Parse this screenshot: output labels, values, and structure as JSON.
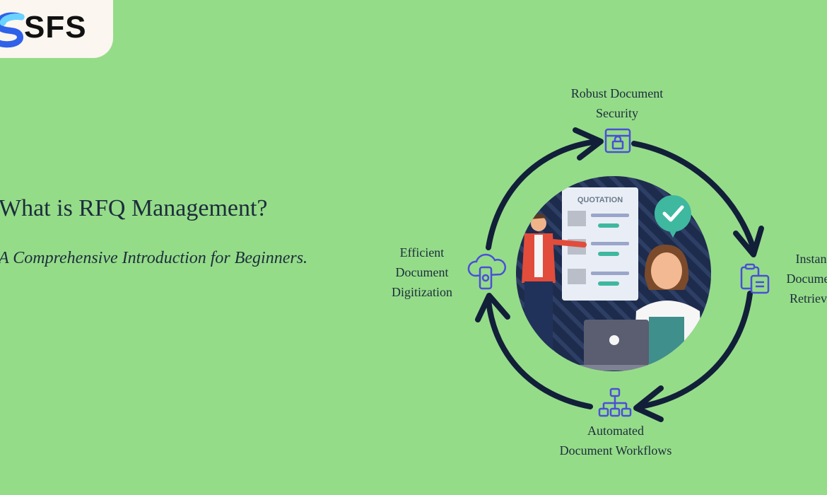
{
  "brand": {
    "name": "SFS"
  },
  "heading": {
    "title": "What is RFQ Management?",
    "subtitle": "A Comprehensive Introduction for Beginners."
  },
  "cycle": {
    "steps": [
      {
        "line1": "Robust Document",
        "line2": "Security",
        "icon": "lock-window-icon"
      },
      {
        "line1": "Instant",
        "line2": "Document",
        "line3": "Retrieval",
        "icon": "clipboard-icon"
      },
      {
        "line1": "Automated",
        "line2": "Document Workflows",
        "icon": "hierarchy-icon"
      },
      {
        "line1": "Efficient",
        "line2": "Document",
        "line3": "Digitization",
        "icon": "cloud-phone-icon"
      }
    ]
  },
  "illustration": {
    "document_title": "QUOTATION"
  },
  "colors": {
    "background": "#95dc89",
    "arrow": "#121f38",
    "icon": "#4a4fd8",
    "accent_green": "#3fb8a0"
  }
}
